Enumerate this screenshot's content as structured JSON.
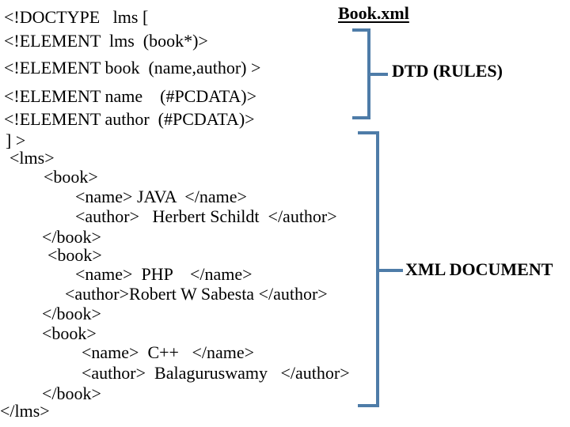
{
  "colors": {
    "background": "#ffffff",
    "text": "#000000",
    "bracket": "#4e7ca8"
  },
  "header": {
    "filename": "Book.xml"
  },
  "dtd": {
    "label": "DTD (RULES)",
    "lines": [
      "<!DOCTYPE   lms [",
      "<!ELEMENT  lms  (book*)>",
      "<!ELEMENT book  (name,author) >",
      "<!ELEMENT name    (#PCDATA)>",
      "<!ELEMENT author  (#PCDATA)>",
      "] >"
    ]
  },
  "xml_document": {
    "label": "XML DOCUMENT",
    "lines": [
      "<lms>",
      "<book>",
      "<name> JAVA  </name>",
      "<author>   Herbert Schildt  </author>",
      "</book>",
      "<book>",
      "<name>  PHP    </name>",
      "<author>Robert W Sabesta </author>",
      "</book>",
      "<book>",
      "<name>  C++   </name>",
      "<author>  Balaguruswamy   </author>",
      "</book>",
      "</lms>"
    ]
  },
  "books": [
    {
      "name": "JAVA",
      "author": "Herbert Schildt"
    },
    {
      "name": "PHP",
      "author": "Robert W Sabesta"
    },
    {
      "name": "C++",
      "author": "Balaguruswamy"
    }
  ]
}
